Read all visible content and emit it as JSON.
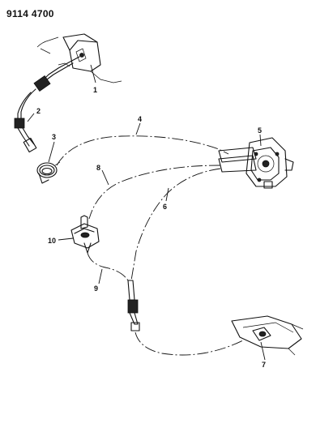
{
  "diagram_code": "9114 4700",
  "callouts": {
    "c1": "1",
    "c2": "2",
    "c3": "3",
    "c4": "4",
    "c5": "5",
    "c6": "6",
    "c7": "7",
    "c8": "8",
    "c9": "9",
    "c10": "10"
  }
}
